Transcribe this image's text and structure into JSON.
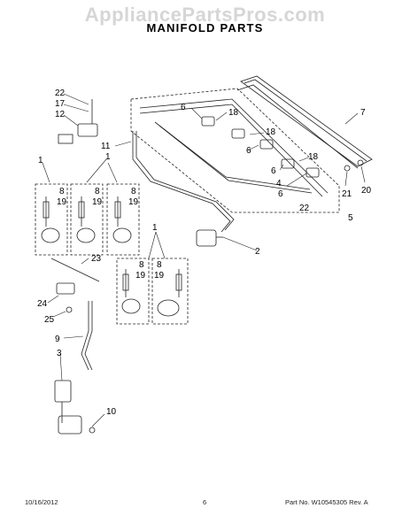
{
  "watermark": "AppliancePartsPros.com",
  "title": "MANIFOLD PARTS",
  "callouts": {
    "c1a": "1",
    "c1b": "1",
    "c1c": "1",
    "c2": "2",
    "c3": "3",
    "c4": "4",
    "c5": "5",
    "c6a": "6",
    "c6b": "6",
    "c6c": "6",
    "c6d": "6",
    "c7": "7",
    "c8a": "8",
    "c8b": "8",
    "c8c": "8",
    "c8d": "8",
    "c8e": "8",
    "c9": "9",
    "c10": "10",
    "c11": "11",
    "c12": "12",
    "c17": "17",
    "c18a": "18",
    "c18b": "18",
    "c18c": "18",
    "c19a": "19",
    "c19b": "19",
    "c19c": "19",
    "c19d": "19",
    "c19e": "19",
    "c20": "20",
    "c21": "21",
    "c22a": "22",
    "c22b": "22",
    "c23": "23",
    "c24": "24",
    "c25": "25"
  },
  "footer": {
    "date": "10/16/2012",
    "page": "6",
    "part_no": "Part No. W10545305  Rev. A"
  }
}
